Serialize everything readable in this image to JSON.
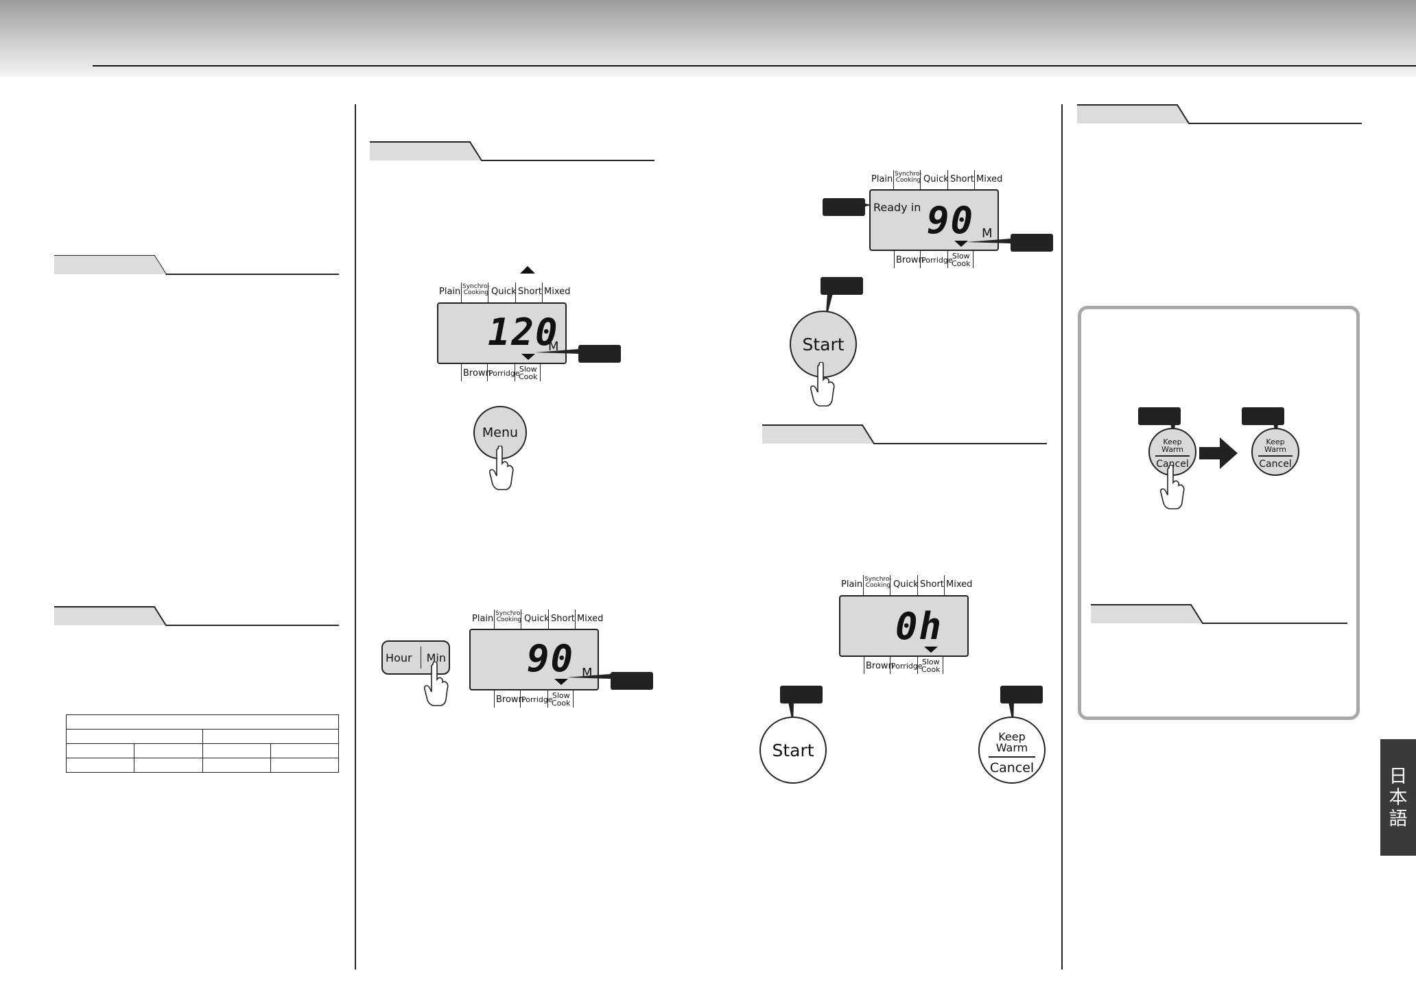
{
  "lcd_labels": {
    "plain": "Plain",
    "synchro_cooking": "Synchro-\nCooking",
    "quick": "Quick",
    "short": "Short",
    "mixed": "Mixed",
    "brown": "Brown",
    "porridge": "Porridge",
    "slow_cook": "Slow\nCook"
  },
  "display1": {
    "value": "120",
    "unit": "M"
  },
  "display2": {
    "value": "90",
    "unit": "M"
  },
  "display3": {
    "ready_text": "Ready in",
    "value": "90",
    "unit": "M"
  },
  "display4": {
    "value": "0h"
  },
  "buttons": {
    "menu": "Menu",
    "hour": "Hour",
    "min": "Min",
    "start": "Start",
    "keep_warm": "Keep\nWarm",
    "cancel": "Cancel"
  },
  "side_tab": {
    "text": "日\n本\n語"
  }
}
